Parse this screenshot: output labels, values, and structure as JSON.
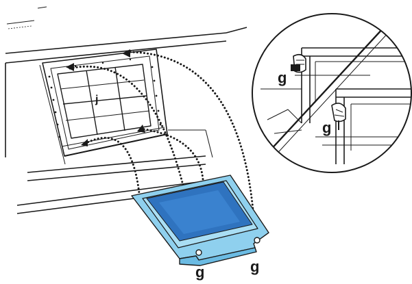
{
  "labels": {
    "grid_letter": "j",
    "clip_left": "g",
    "clip_right": "g",
    "detail_upper_clip": "g",
    "detail_lower_clip": "g"
  },
  "colors": {
    "line": "#1a1a1a",
    "filter_pad": "#2f73bf",
    "filter_pad_light": "#5a9be0",
    "filter_frame": "#8fd0ee",
    "filter_frame_edge": "#6bbbe3",
    "background": "#ffffff"
  },
  "icons": [
    "arrow-icon",
    "dotted-motion-path",
    "magnifier-circle"
  ]
}
